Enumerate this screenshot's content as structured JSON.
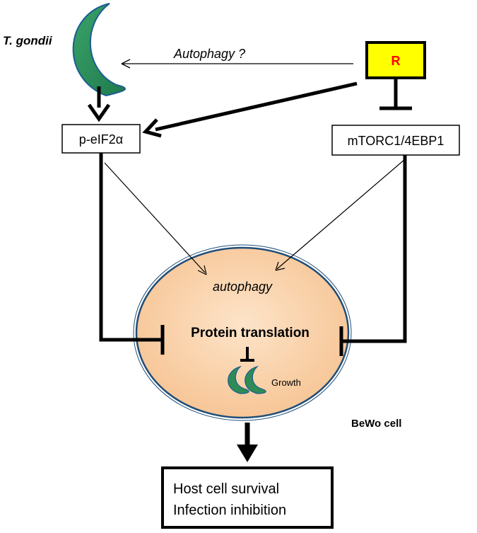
{
  "organism_label": "T. gondii",
  "autophagy_question": "Autophagy ?",
  "drug_label": "R",
  "peif2a_label": "p-eIF2α",
  "mtorc_label": "mTORC1/4EBP1",
  "autophagy_label": "autophagy",
  "protein_translation_label": "Protein translation",
  "growth_label": "Growth",
  "cell_label": "BeWo cell",
  "outcome_lines": [
    "Host cell survival",
    "Infection inhibition"
  ],
  "colors": {
    "parasite_fill": "#2e8b57",
    "drug_box_fill": "#ffff00",
    "drug_text": "#ff0000",
    "cell_fill": "#f8cfa5",
    "cell_border": "#1f4e79"
  }
}
